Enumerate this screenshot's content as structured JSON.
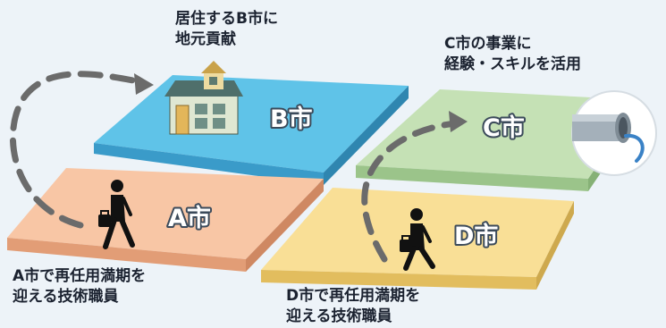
{
  "cities": {
    "a": {
      "label": "A市",
      "caption": "A市で再任用満期を\n迎える技術職員",
      "color": "#f8c6a5"
    },
    "b": {
      "label": "B市",
      "caption": "居住するB市に\n地元貢献",
      "color": "#5fc3e8"
    },
    "c": {
      "label": "C市",
      "caption": "C市の事業に\n経験・スキルを活用",
      "color": "#c5e1b5"
    },
    "d": {
      "label": "D市",
      "caption": "D市で再任用満期を\n迎える技術職員",
      "color": "#f9df96"
    }
  },
  "icons": {
    "house": "house-icon",
    "person_a": "walking-person-with-briefcase-icon",
    "person_d": "walking-person-with-briefcase-icon",
    "pipe": "water-pipe-icon",
    "arrow_to_b": "dashed-arrow-icon",
    "arrow_to_c": "dashed-arrow-icon"
  }
}
